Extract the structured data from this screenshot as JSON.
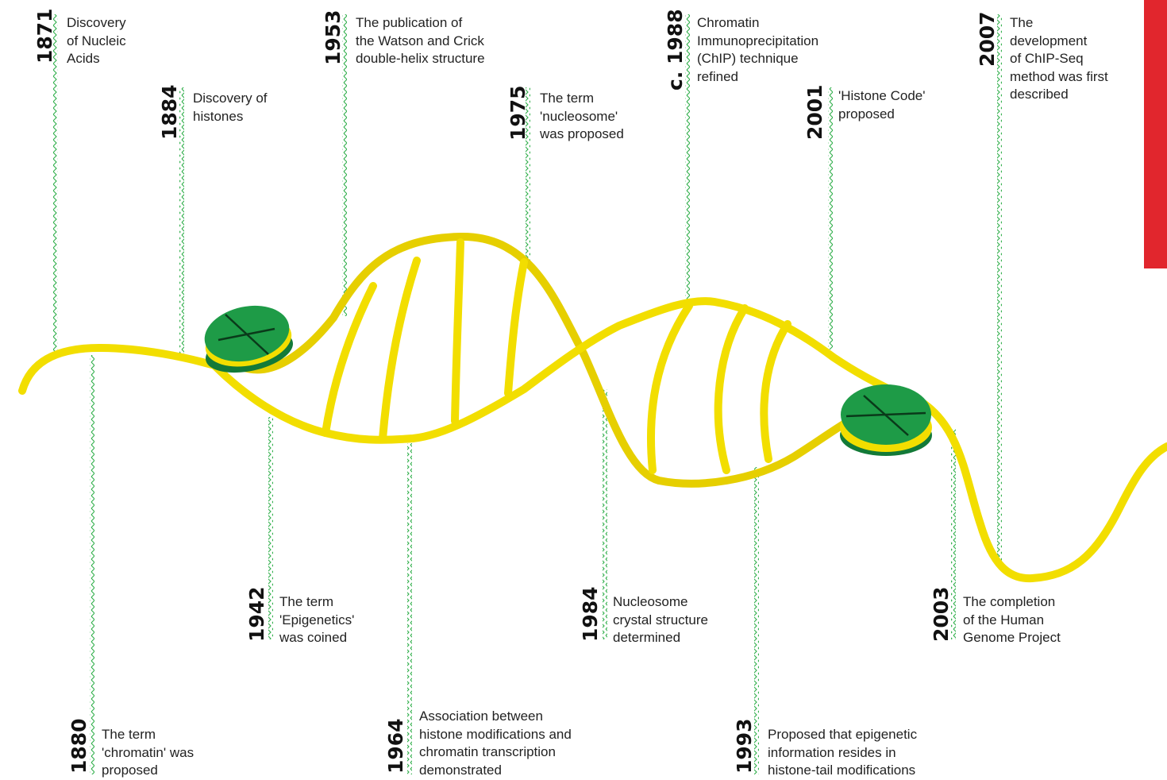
{
  "colors": {
    "strand": "#f2de00",
    "marker": "#2fae4a",
    "nucleosome": "#1e9b47",
    "accent": "#e1262d"
  },
  "events": {
    "e1871": {
      "year": "1871",
      "text": [
        "Discovery",
        "of Nucleic",
        "Acids"
      ]
    },
    "e1880": {
      "year": "1880",
      "text": [
        "The term",
        "'chromatin' was",
        "proposed"
      ]
    },
    "e1884": {
      "year": "1884",
      "text": [
        "Discovery of",
        "histones"
      ]
    },
    "e1942": {
      "year": "1942",
      "text": [
        "The term",
        "'Epigenetics'",
        "was coined"
      ]
    },
    "e1953": {
      "year": "1953",
      "text": [
        "The publication of",
        "the Watson and Crick",
        "double-helix structure"
      ]
    },
    "e1964": {
      "year": "1964",
      "text": [
        "Association between",
        "histone modifications and",
        "chromatin transcription",
        "demonstrated"
      ]
    },
    "e1975": {
      "year": "1975",
      "text": [
        "The term",
        "'nucleosome'",
        "was proposed"
      ]
    },
    "e1984": {
      "year": "1984",
      "text": [
        "Nucleosome",
        "crystal structure",
        "determined"
      ]
    },
    "e1988": {
      "year": "c. 1988",
      "text": [
        "Chromatin",
        "Immunoprecipitation",
        "(ChIP) technique",
        "refined"
      ]
    },
    "e1993": {
      "year": "1993",
      "text": [
        "Proposed that epigenetic",
        "information resides in",
        "histone-tail modifications"
      ]
    },
    "e2001": {
      "year": "2001",
      "text": [
        "'Histone Code'",
        "proposed"
      ]
    },
    "e2003": {
      "year": "2003",
      "text": [
        "The completion",
        "of the Human",
        "Genome Project"
      ]
    },
    "e2007": {
      "year": "2007",
      "text": [
        "The",
        "development",
        "of ChIP-Seq",
        "method was first",
        "described"
      ]
    }
  }
}
